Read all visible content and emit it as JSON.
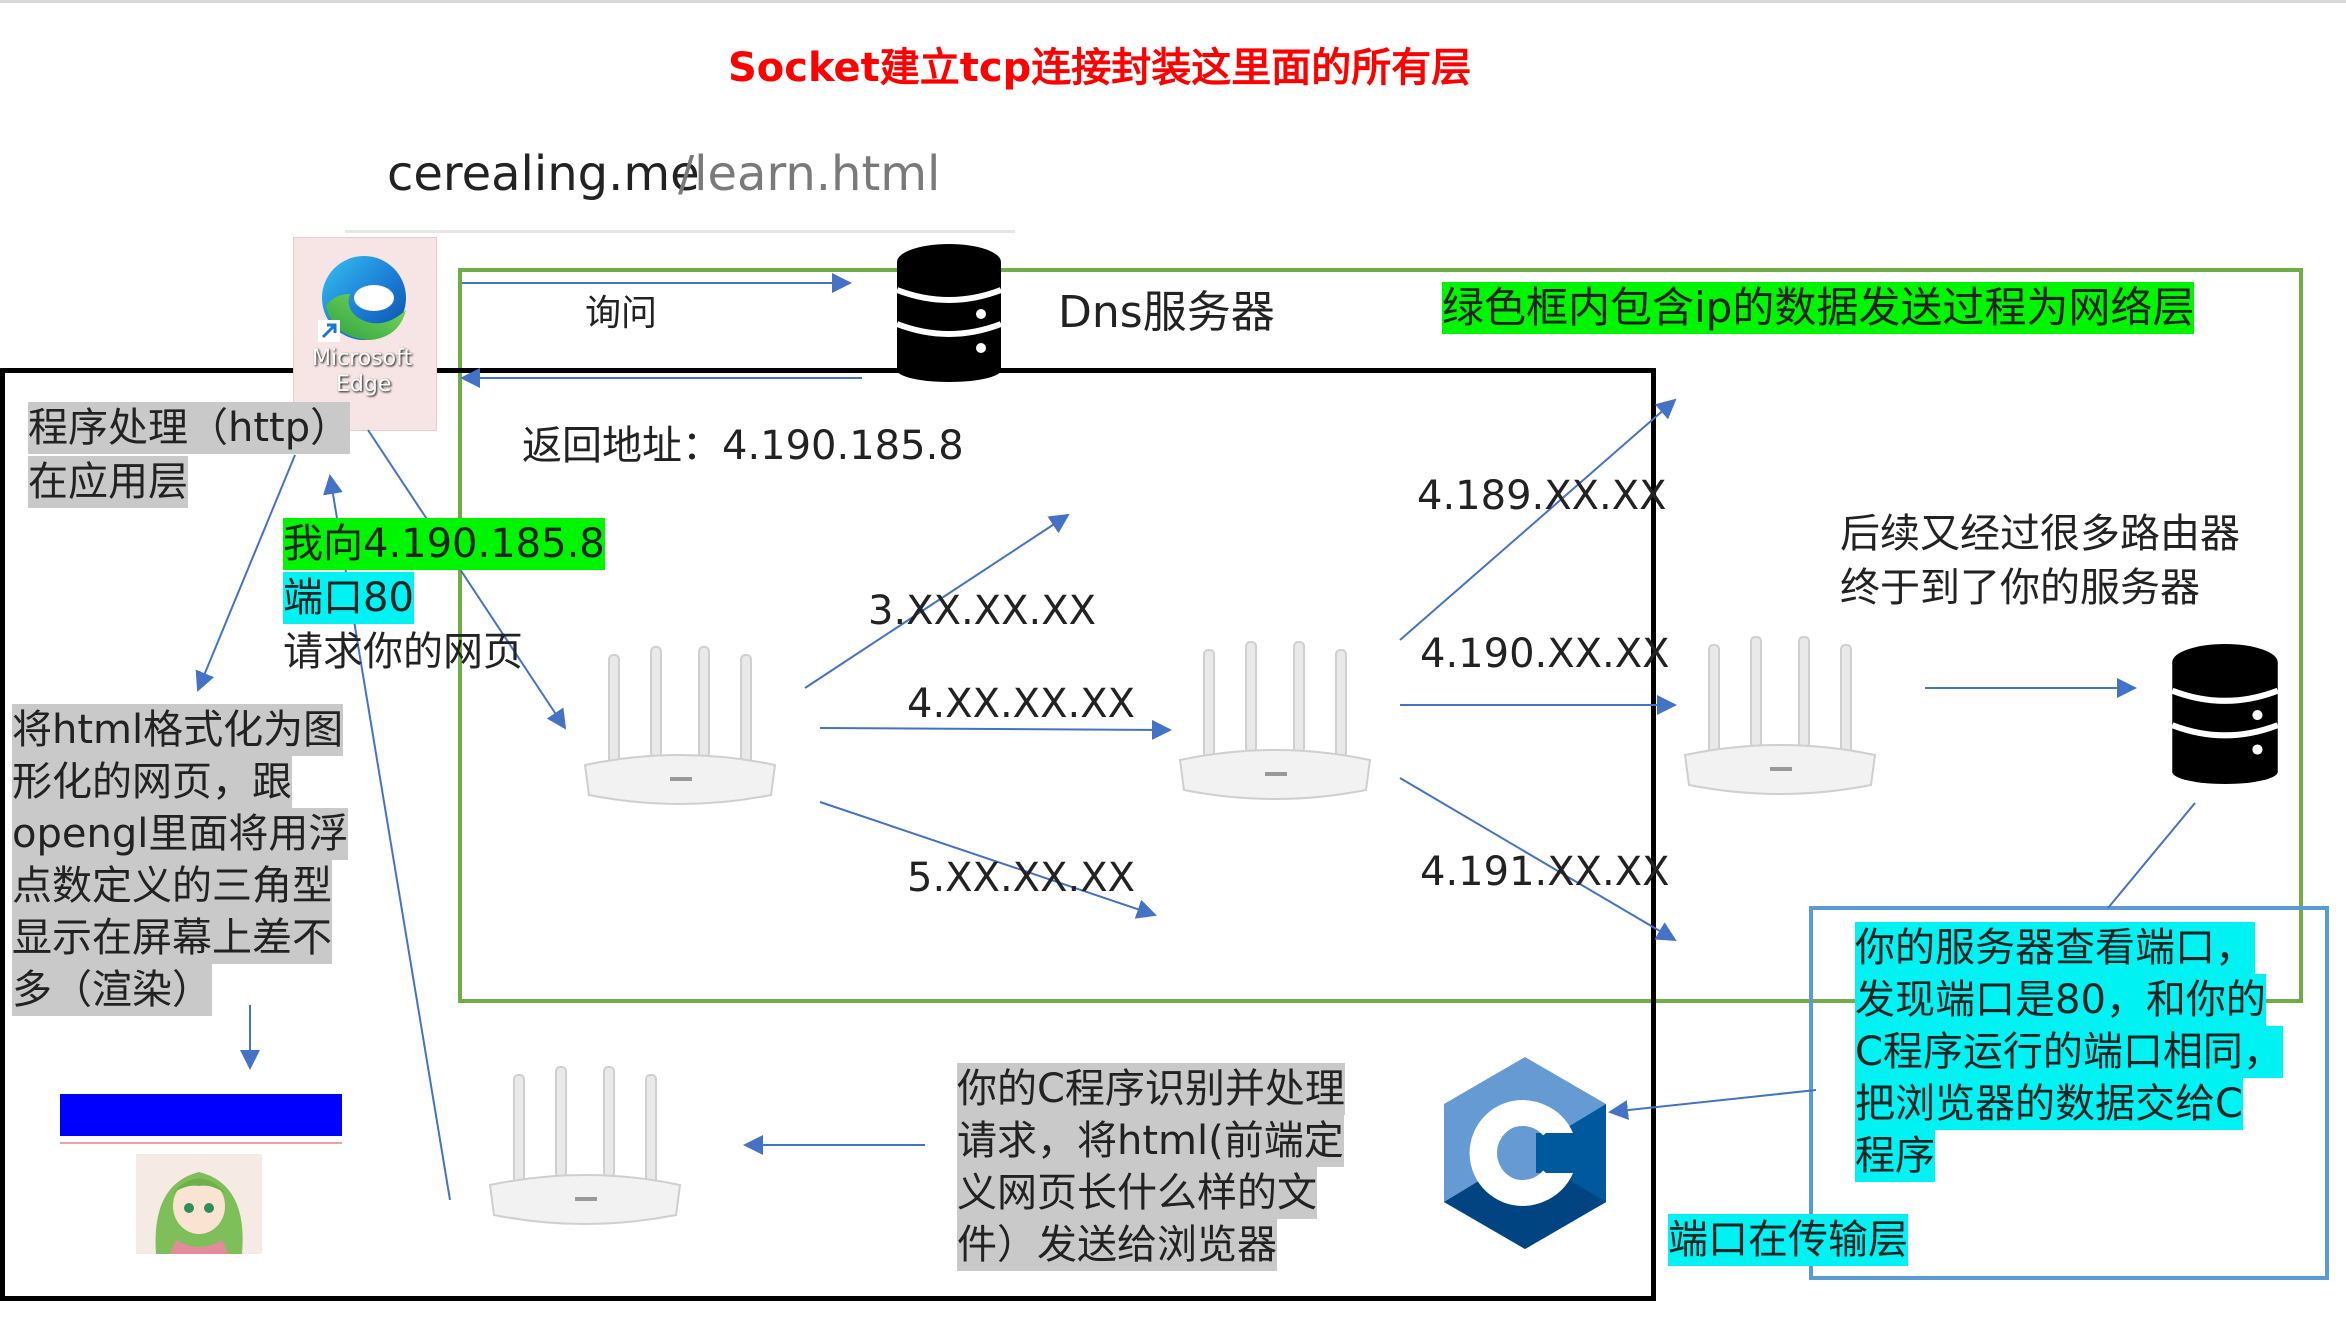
{
  "title": "Socket建立tcp连接封装这里面的所有层",
  "url": {
    "domain": "cerealing.me",
    "path": "/learn.html"
  },
  "browser": {
    "icon": "edge-icon",
    "label_line1": "Microsoft",
    "label_line2": "Edge"
  },
  "dns": {
    "query_label": "询问",
    "server_label": "Dns服务器",
    "return_label": "返回地址：4.190.185.8"
  },
  "green_box_note": "绿色框内包含ip的数据发送过程为网络层",
  "app_layer": {
    "line1": "程序处理（http）",
    "line2": "在应用层"
  },
  "request": {
    "line1": "我向4.190.185.8",
    "line2": "端口80",
    "line3": "请求你的网页"
  },
  "render_note": [
    "将html格式化为图",
    "形化的网页，跟",
    "opengl里面将用浮",
    "点数定义的三角型",
    "显示在屏幕上差不",
    "多（渲染）"
  ],
  "ip_labels": {
    "ip3": "3.XX.XX.XX",
    "ip4": "4.XX.XX.XX",
    "ip5": "5.XX.XX.XX",
    "ip4189": "4.189.XX.XX",
    "ip4190": "4.190.XX.XX",
    "ip4191": "4.191.XX.XX"
  },
  "routers_note": [
    "后续又经过很多路由器",
    "终于到了你的服务器"
  ],
  "server_note": [
    "你的服务器查看端口，",
    "发现端口是80，和你的",
    "C程序运行的端口相同，",
    "把浏览器的数据交给C",
    "程序"
  ],
  "c_program_note": [
    "你的C程序识别并处理",
    "请求，将html(前端定",
    "义网页长什么样的文",
    "件）发送给浏览器"
  ],
  "transport_note": "端口在传输层",
  "colors": {
    "title": "#ff0000",
    "green_box": "#70ad47",
    "blue_box": "#5b9bd5",
    "arrow": "#4472c4",
    "c_logo_dark": "#00599c",
    "c_logo_light": "#659ad2"
  }
}
